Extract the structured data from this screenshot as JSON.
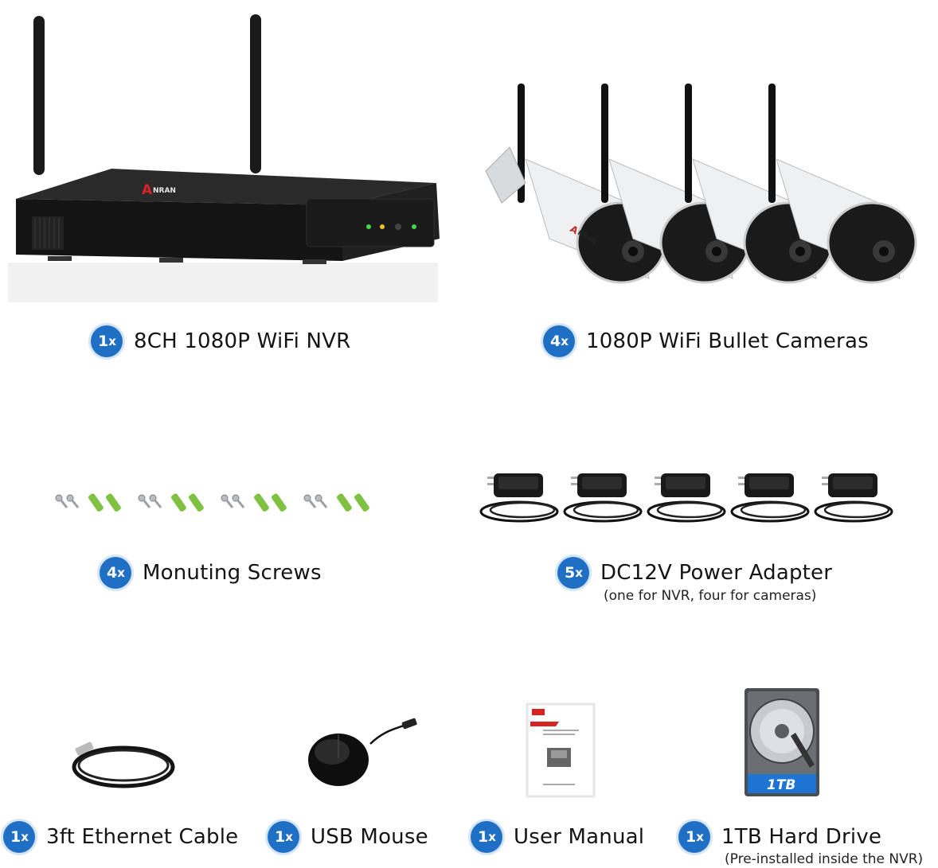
{
  "items": [
    {
      "id": "nvr",
      "qty": "1",
      "qty_suffix": "x",
      "label": "8CH 1080P WiFi NVR",
      "brand": "NRAN"
    },
    {
      "id": "cameras",
      "qty": "4",
      "qty_suffix": "x",
      "label": "1080P WiFi Bullet Cameras",
      "brand": "NRAN"
    },
    {
      "id": "screws",
      "qty": "4",
      "qty_suffix": "x",
      "label": "Monuting Screws"
    },
    {
      "id": "adapters",
      "qty": "5",
      "qty_suffix": "x",
      "label": "DC12V Power Adapter",
      "note": "(one for NVR, four for cameras)"
    },
    {
      "id": "ethernet",
      "qty": "1",
      "qty_suffix": "x",
      "label": "3ft Ethernet Cable"
    },
    {
      "id": "mouse",
      "qty": "1",
      "qty_suffix": "x",
      "label": "USB Mouse"
    },
    {
      "id": "manual",
      "qty": "1",
      "qty_suffix": "x",
      "label": "User Manual"
    },
    {
      "id": "hdd",
      "qty": "1",
      "qty_suffix": "x",
      "label": "1TB Hard Drive",
      "note": "(Pre-installed inside the NVR)",
      "hdd_label": "1TB"
    }
  ],
  "colors": {
    "badge": "#1f6fc4",
    "screw_anchor": "#7fc241",
    "nvr_body": "#1c1c1c",
    "camera_body": "#e9ebec"
  }
}
